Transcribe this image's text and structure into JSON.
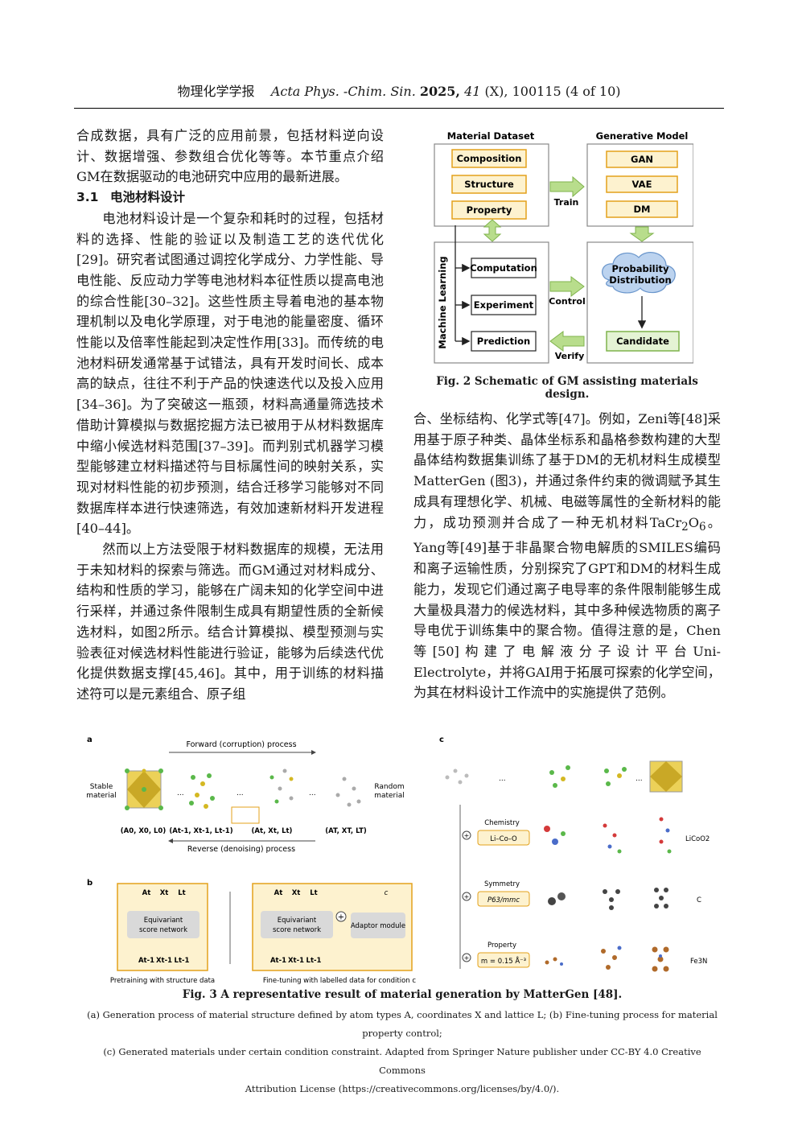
{
  "header": {
    "journal_cn": "物理化学学报",
    "journal_en": "Acta Phys. -Chim. Sin.",
    "year": "2025,",
    "volume": "41",
    "issue_page": "(X), 100115 (4 of 10)"
  },
  "left_column": {
    "p1": "合成数据，具有广泛的应用前景，包括材料逆向设计、数据增强、参数组合优化等等。本节重点介绍GM在数据驱动的电池研究中应用的最新进展。",
    "section_number": "3.1",
    "section_title": "电池材料设计",
    "p2": "电池材料设计是一个复杂和耗时的过程，包括材料的选择、性能的验证以及制造工艺的迭代优化[29]。研究者试图通过调控化学成分、力学性能、导电性能、反应动力学等电池材料本征性质以提高电池的综合性能[30–32]。这些性质主导着电池的基本物理机制以及电化学原理，对于电池的能量密度、循环性能以及倍率性能起到决定性作用[33]。而传统的电池材料研发通常基于试错法，具有开发时间长、成本高的缺点，往往不利于产品的快速迭代以及投入应用[34–36]。为了突破这一瓶颈，材料高通量筛选技术借助计算模拟与数据挖掘方法已被用于从材料数据库中缩小候选材料范围[37–39]。而判别式机器学习模型能够建立材料描述符与目标属性间的映射关系，实现对材料性能的初步预测，结合迁移学习能够对不同数据库样本进行快速筛选，有效加速新材料开发进程[40–44]。",
    "p3": "然而以上方法受限于材料数据库的规模，无法用于未知材料的探索与筛选。而GM通过对材料成分、结构和性质的学习，能够在广阔未知的化学空间中进行采样，并通过条件限制生成具有期望性质的全新候选材料，如图2所示。结合计算模拟、模型预测与实验表征对候选材料性能进行验证，能够为后续迭代优化提供数据支撑[45,46]。其中，用于训练的材料描述符可以是元素组合、原子组"
  },
  "right_column": {
    "p1a": "合、坐标结构、化学式等[47]。例如，Zeni等[48]采用基于原子种类、晶体坐标系和晶格参数构建的大型晶体结构数据集训练了基于DM的无机材料生成模型MatterGen (图3)，并通过条件约束的微调赋予其生成具有理想化学、机械、电磁等属性的全新材料的能力，成功预测并合成了一种无机材料TaCr",
    "p1_sub1": "2",
    "p1b": "O",
    "p1_sub2": "6",
    "p1c": "。Yang等[49]基于非晶聚合物电解质的SMILES编码和离子运输性质，分别探究了GPT和DM的材料生成能力，发现它们通过离子电导率的条件限制能够生成大量极具潜力的候选材料，其中多种候选物质的离子导电优于训练集中的聚合物。值得注意的是，Chen等[50]构建了电解液分子设计平台Uni-Electrolyte，并将GAI用于拓展可探索的化学空间，为其在材料设计工作流中的实施提供了范例。"
  },
  "fig2": {
    "caption": "Fig. 2    Schematic of GM assisting materials design.",
    "dataset_title": "Material Dataset",
    "dataset_items": [
      "Composition",
      "Structure",
      "Property"
    ],
    "model_title": "Generative Model",
    "model_items": [
      "GAN",
      "VAE",
      "DM"
    ],
    "train_label": "Train",
    "ml_label": "Machine Learning",
    "ml_items": [
      "Computation",
      "Experiment",
      "Prediction"
    ],
    "control_label": "Control",
    "verify_label": "Verify",
    "cloud_text": [
      "Probability",
      "Distribution"
    ],
    "candidate_label": "Candidate"
  },
  "fig3": {
    "caption": "Fig. 3    A representative result of material generation by MatterGen [48].",
    "subcaption_lines": [
      "(a) Generation process of material structure defined by atom types A, coordinates X and lattice L; (b) Fine-tuning process for material property control;",
      "(c) Generated materials under certain condition constraint. Adapted from Springer Nature publisher under CC-BY 4.0 Creative Commons",
      "Attribution License (https://creativecommons.org/licenses/by/4.0/)."
    ],
    "panel_a": {
      "label": "a",
      "forward": "Forward (corruption) process",
      "reverse": "Reverse (denoising) process",
      "stable": [
        "Stable",
        "material"
      ],
      "random": [
        "Random",
        "material"
      ],
      "states": [
        "(A0, X0, L0)",
        "(At-1, Xt-1, Lt-1)",
        "(At, Xt, Lt)",
        "(AT, XT, LT)"
      ]
    },
    "panel_b": {
      "label": "b",
      "inputs": [
        "At",
        "Xt",
        "Lt"
      ],
      "outputs": [
        "At-1",
        "Xt-1",
        "Lt-1"
      ],
      "network": [
        "Equivariant",
        "score network"
      ],
      "adaptor": "Adaptor module",
      "cond": "c",
      "pretrain": "Pretraining with structure data",
      "finetune": "Fine-tuning with labelled data for condition c"
    },
    "panel_c": {
      "label": "c",
      "rows": [
        {
          "title": "Chemistry",
          "value": "Li–Co–O",
          "result": "LiCoO2"
        },
        {
          "title": "Symmetry",
          "value": "P63/mmc",
          "result": "C"
        },
        {
          "title": "Property",
          "value": "m = 0.15 Å⁻³",
          "result": "Fe3N"
        }
      ]
    }
  }
}
